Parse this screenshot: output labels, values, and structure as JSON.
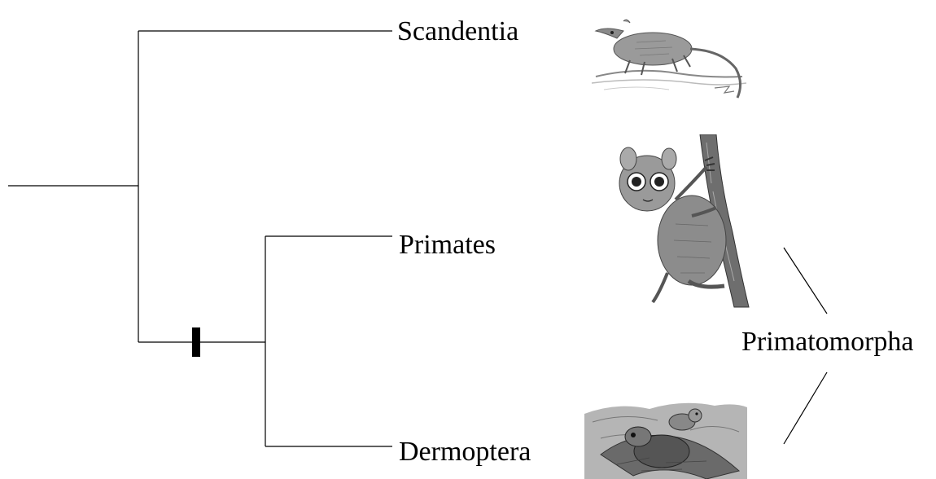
{
  "taxa": {
    "scandentia": "Scandentia",
    "primates": "Primates",
    "dermoptera": "Dermoptera"
  },
  "clade": {
    "primatomorpha": "Primatomorpha"
  },
  "illustrations": {
    "scandentia": "treeshrew-illustration",
    "primates": "tarsier-illustration",
    "dermoptera": "colugo-illustration"
  },
  "colors": {
    "line": "#000000",
    "background": "#ffffff"
  }
}
